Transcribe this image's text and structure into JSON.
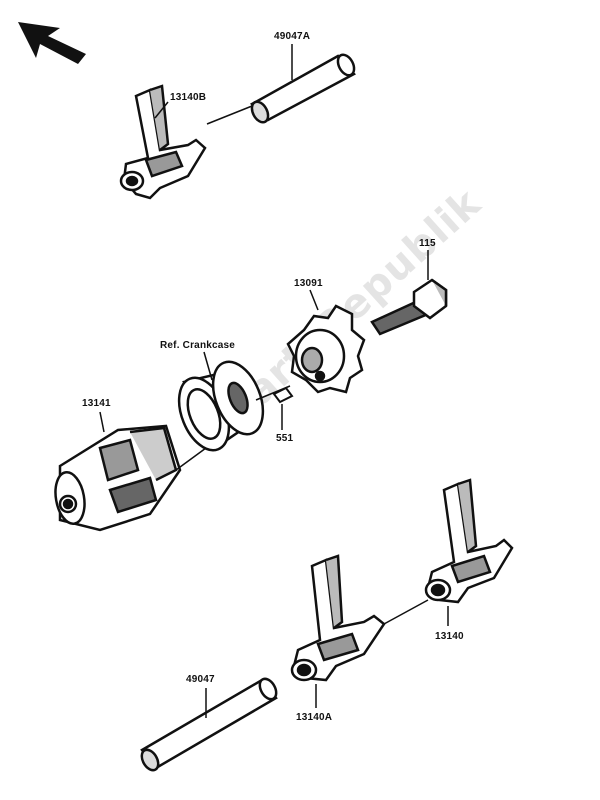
{
  "watermark": "PartsRepublik",
  "callouts": {
    "p49047a": "49047A",
    "p13140b": "13140B",
    "p115": "115",
    "p13091": "13091",
    "ref_crankcase": "Ref. Crankcase",
    "p13141": "13141",
    "p551": "551",
    "p13140": "13140",
    "p49047": "49047",
    "p13140a": "13140A"
  },
  "colors": {
    "ink": "#111111",
    "watermark": "#e4e4e4"
  }
}
